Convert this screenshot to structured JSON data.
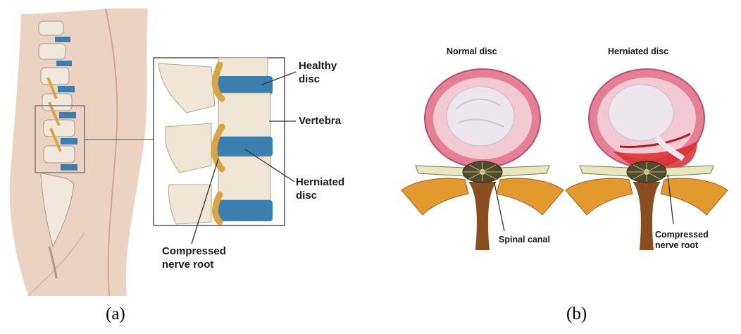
{
  "panel_a": {
    "labels": {
      "healthy_disc": [
        "Healthy",
        "disc"
      ],
      "vertebra": "Vertebra",
      "herniated_disc": [
        "Herniated",
        "disc"
      ],
      "compressed_nerve_root": [
        "Compressed",
        "nerve root"
      ]
    },
    "caption": "(a)"
  },
  "panel_b": {
    "titles": {
      "normal": "Normal disc",
      "herniated": "Herniated disc"
    },
    "labels": {
      "spinal_canal": "Spinal canal",
      "compressed_nerve_root": [
        "Compressed",
        "nerve root"
      ]
    },
    "caption": "(b)"
  },
  "colors": {
    "skin": "#ecd3c1",
    "disc_blue": "#3a7fb0",
    "bone": "#efe6d6",
    "nerve": "#d9a441",
    "disc_pink": "#e47f96",
    "nucleus": "#ece6ec",
    "bone_orange": "#e29a2f",
    "bone_brown": "#8a4d1f",
    "herniation_red": "#d62b2b"
  }
}
